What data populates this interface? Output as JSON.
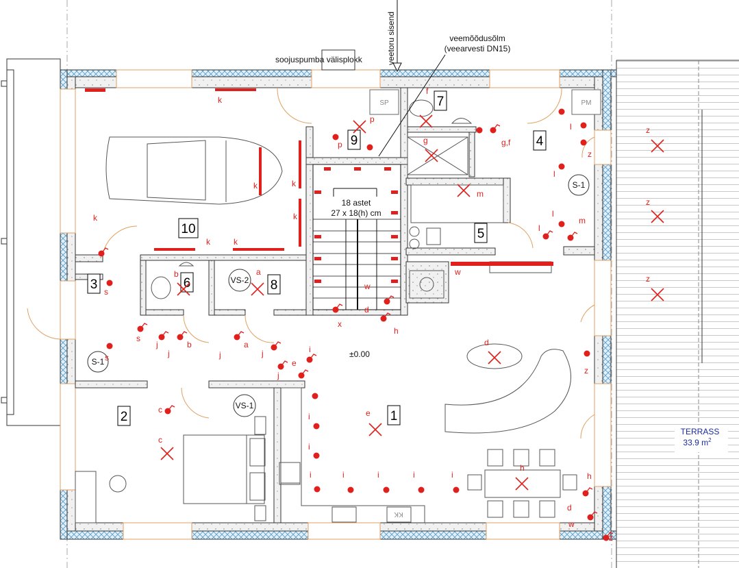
{
  "annotations": {
    "water_inlet": "veetoru sisend",
    "heat_pump": "soojuspumba välisplokk",
    "meter_line1": "veemõõdusõlm",
    "meter_line2": "(veearvesti DN15)",
    "stairs_line1": "18 astet",
    "stairs_line2": "27 x 18(h) cm",
    "level": "±0.00"
  },
  "terrace": {
    "name": "TERRASS",
    "area": "33.9 m",
    "area_sup": "2"
  },
  "equipment": {
    "sp": "SP",
    "pm": "PM",
    "s1": "S-1",
    "vs1": "VS-1",
    "vs2": "VS-2",
    "kk": "KK"
  },
  "rooms": [
    "10",
    "9",
    "7",
    "4",
    "5",
    "6",
    "8",
    "3",
    "2",
    "1"
  ],
  "fixtures": {
    "k": "k",
    "p": "p",
    "f": "f",
    "g": "g",
    "gf": "g,f",
    "l": "l",
    "m": "m",
    "z": "z",
    "w": "w",
    "d": "d",
    "h": "h",
    "x": "x",
    "b": "b",
    "a": "a",
    "s": "s",
    "j": "j",
    "e": "e",
    "i": "i",
    "c": "c"
  },
  "colors": {
    "electrical": "#e0201c",
    "wall": "#d8d8d8",
    "insulation": "#6aa7c9",
    "window": "#e0a060",
    "terrace_text": "#1a2a9a"
  }
}
